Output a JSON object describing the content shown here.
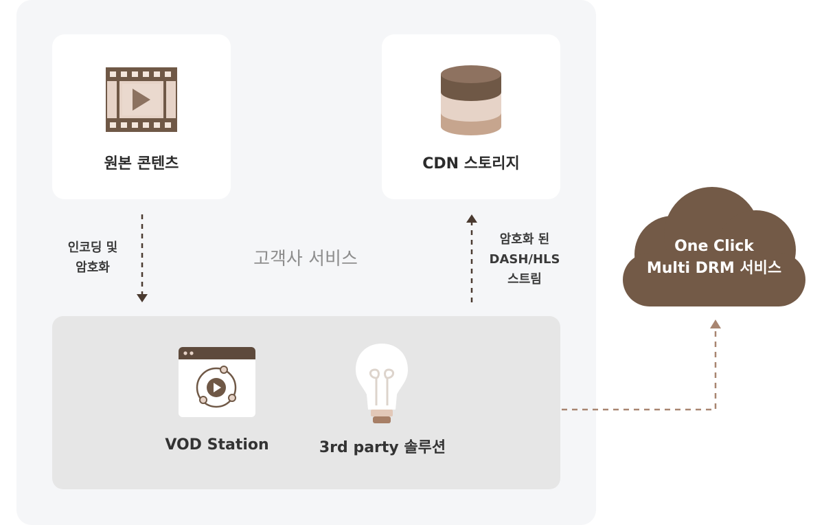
{
  "diagram": {
    "service_area_label": "고객사 서비스",
    "original_content": {
      "label": "원본 콘텐츠",
      "icon": "film-strip-icon"
    },
    "cdn_storage": {
      "label": "CDN 스토리지",
      "icon": "database-icon"
    },
    "encoding_step": {
      "line1": "인코딩 및",
      "line2": "암호화"
    },
    "encrypted_stream_step": {
      "line1": "암호화 된",
      "line2": "DASH/HLS",
      "line3": "스트림"
    },
    "solutions": [
      {
        "label": "VOD Station",
        "icon": "vod-player-window-icon"
      },
      {
        "label": "3rd party 솔루션",
        "icon": "lightbulb-icon"
      }
    ],
    "cloud": {
      "line1": "One Click",
      "line2": "Multi DRM 서비스",
      "icon": "cloud-icon"
    }
  },
  "colors": {
    "brown_dark": "#6f5846",
    "brown_mid": "#a88a74",
    "beige": "#e6d3c7",
    "cloud": "#735a47",
    "connector_dashed": "#a88570",
    "connector_dark": "#4a3a30"
  }
}
